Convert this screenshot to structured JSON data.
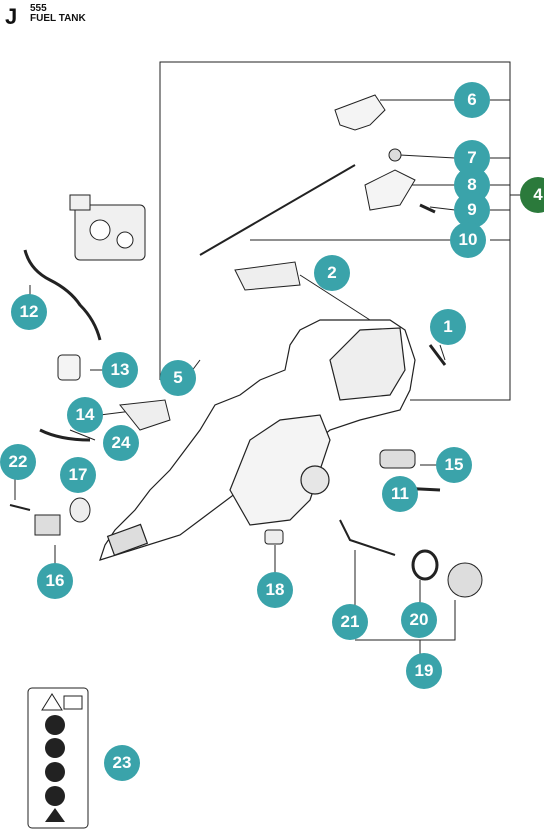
{
  "header": {
    "section_letter": "J",
    "model": "555",
    "title": "FUEL TANK"
  },
  "colors": {
    "callout": "#3aa3aa",
    "callout_group": "#2b7a3b",
    "line": "#222222"
  },
  "callouts": [
    "1",
    "2",
    "4",
    "5",
    "6",
    "7",
    "8",
    "9",
    "10",
    "11",
    "12",
    "13",
    "14",
    "15",
    "16",
    "17",
    "18",
    "19",
    "20",
    "21",
    "22",
    "23",
    "24"
  ],
  "label_icons": [
    "warning-triangle-icon",
    "manual-book-icon",
    "ear-protection-icon",
    "eye-protection-icon",
    "no-one-handed-icon",
    "kickback-warning-icon",
    "chainsaw-warning-icon"
  ]
}
